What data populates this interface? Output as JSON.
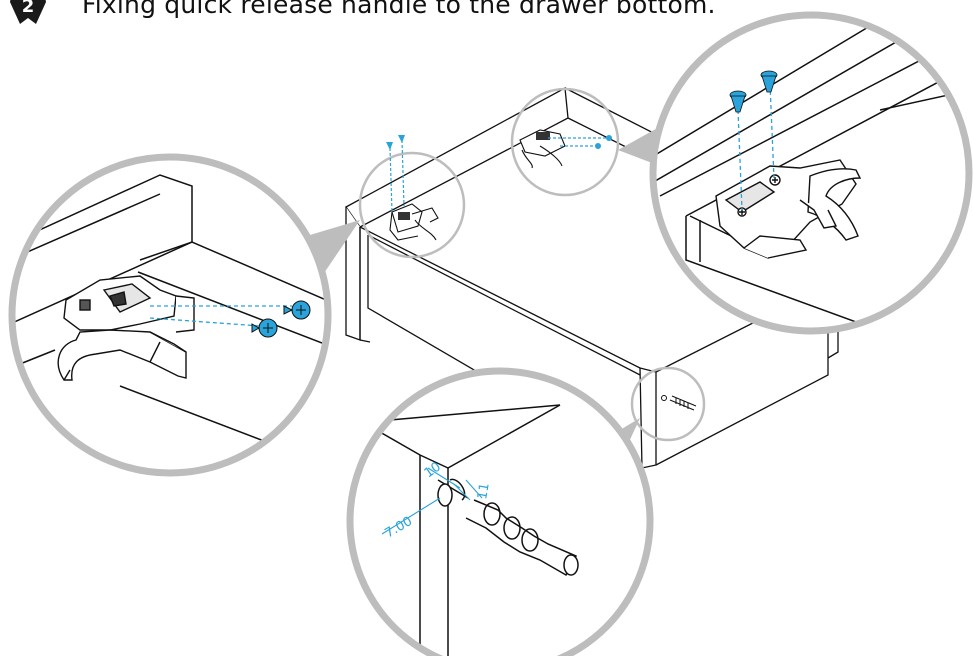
{
  "step": {
    "number": "2",
    "instruction": "Fixing quick release handle to the drawer bottom."
  },
  "dimensions": {
    "hole_diameter": "10",
    "hole_depth": "11",
    "edge_distance": "7.00"
  },
  "colors": {
    "line": "#111111",
    "callout": "#bdbdbd",
    "accent": "#29a3d9",
    "badge": "#1a1a1a"
  },
  "icons": [
    "step-number-badge",
    "screw-icon",
    "dowel-drill-icon"
  ]
}
